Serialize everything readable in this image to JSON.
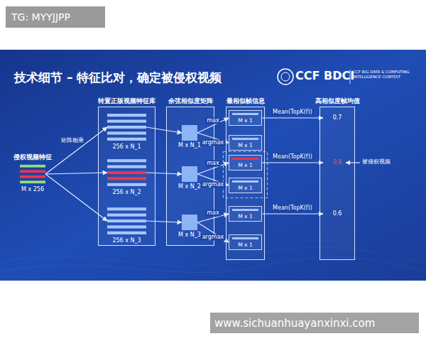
{
  "diagram": {
    "title": "技术细节 – 特征比对，确定被侵权视频",
    "nodes": [
      {
        "text": [
          "侵权视频特征",
          "M x 256"
        ]
      },
      {
        "text": [
          "转置正版视频特征库"
        ]
      },
      {
        "text": [
          "256 x N_1"
        ],
        "in": 1
      },
      {
        "text": [
          "256 x N_2"
        ],
        "in": 1
      },
      {
        "text": [
          "256 x N_3"
        ],
        "in": 1
      },
      {
        "text": [
          "余弦相似度矩阵"
        ]
      },
      {
        "text": [
          "M x N_1"
        ],
        "in": 5
      },
      {
        "text": [
          "M x N_2"
        ],
        "in": 5
      },
      {
        "text": [
          "M x N_3"
        ],
        "in": 5
      },
      {
        "text": [
          "最相似帧信息"
        ]
      },
      {
        "text": [
          "M x 1"
        ],
        "in": 9
      },
      {
        "text": [
          "M x 1"
        ],
        "in": 9
      },
      {
        "text": [
          "M x 1"
        ],
        "in": 9
      },
      {
        "text": [
          "M x 1"
        ],
        "in": 9
      },
      {
        "text": [
          "M x 1"
        ],
        "in": 9
      },
      {
        "text": [
          "M x 1"
        ],
        "in": 9
      },
      {
        "text": [
          "高相似度帧均值"
        ]
      },
      {
        "text": [
          "0.7"
        ],
        "in": 16
      },
      {
        "text": [
          "0.8"
        ],
        "in": 16
      },
      {
        "text": [
          "0.6"
        ],
        "in": 16
      }
    ],
    "edges": [
      {
        "from": 0,
        "to": 2,
        "arrow": "to",
        "label": "矩阵相乘"
      },
      {
        "from": 0,
        "to": 3,
        "arrow": "to"
      },
      {
        "from": 0,
        "to": 4,
        "arrow": "to"
      },
      {
        "from": 2,
        "to": 6,
        "arrow": "to"
      },
      {
        "from": 3,
        "to": 7,
        "arrow": "to"
      },
      {
        "from": 4,
        "to": 8,
        "arrow": "to"
      },
      {
        "from": 6,
        "to": 10,
        "arrow": "to",
        "label": "max"
      },
      {
        "from": 6,
        "to": 11,
        "arrow": "to",
        "label": "argmax"
      },
      {
        "from": 7,
        "to": 12,
        "arrow": "to",
        "label": "max"
      },
      {
        "from": 7,
        "to": 13,
        "arrow": "to",
        "label": "argmax"
      },
      {
        "from": 8,
        "to": 14,
        "arrow": "to",
        "label": "max"
      },
      {
        "from": 8,
        "to": 15,
        "arrow": "to",
        "label": "argmax"
      },
      {
        "from": 10,
        "to": 17,
        "arrow": "to",
        "label": "Mean(TopK(f))"
      },
      {
        "from": 12,
        "to": 18,
        "arrow": "to",
        "label": "Mean(TopK(f))"
      },
      {
        "from": 14,
        "to": 19,
        "arrow": "to",
        "label": "Mean(TopK(f))"
      }
    ],
    "labels": [
      "TG: MYYJJPP",
      "CCF BDCI",
      "CCF BIG DATA & COMPUTING INTELLIGENCE CONTEST",
      "被侵权视频",
      "www.sichuanhuayanxinxi.com"
    ]
  }
}
